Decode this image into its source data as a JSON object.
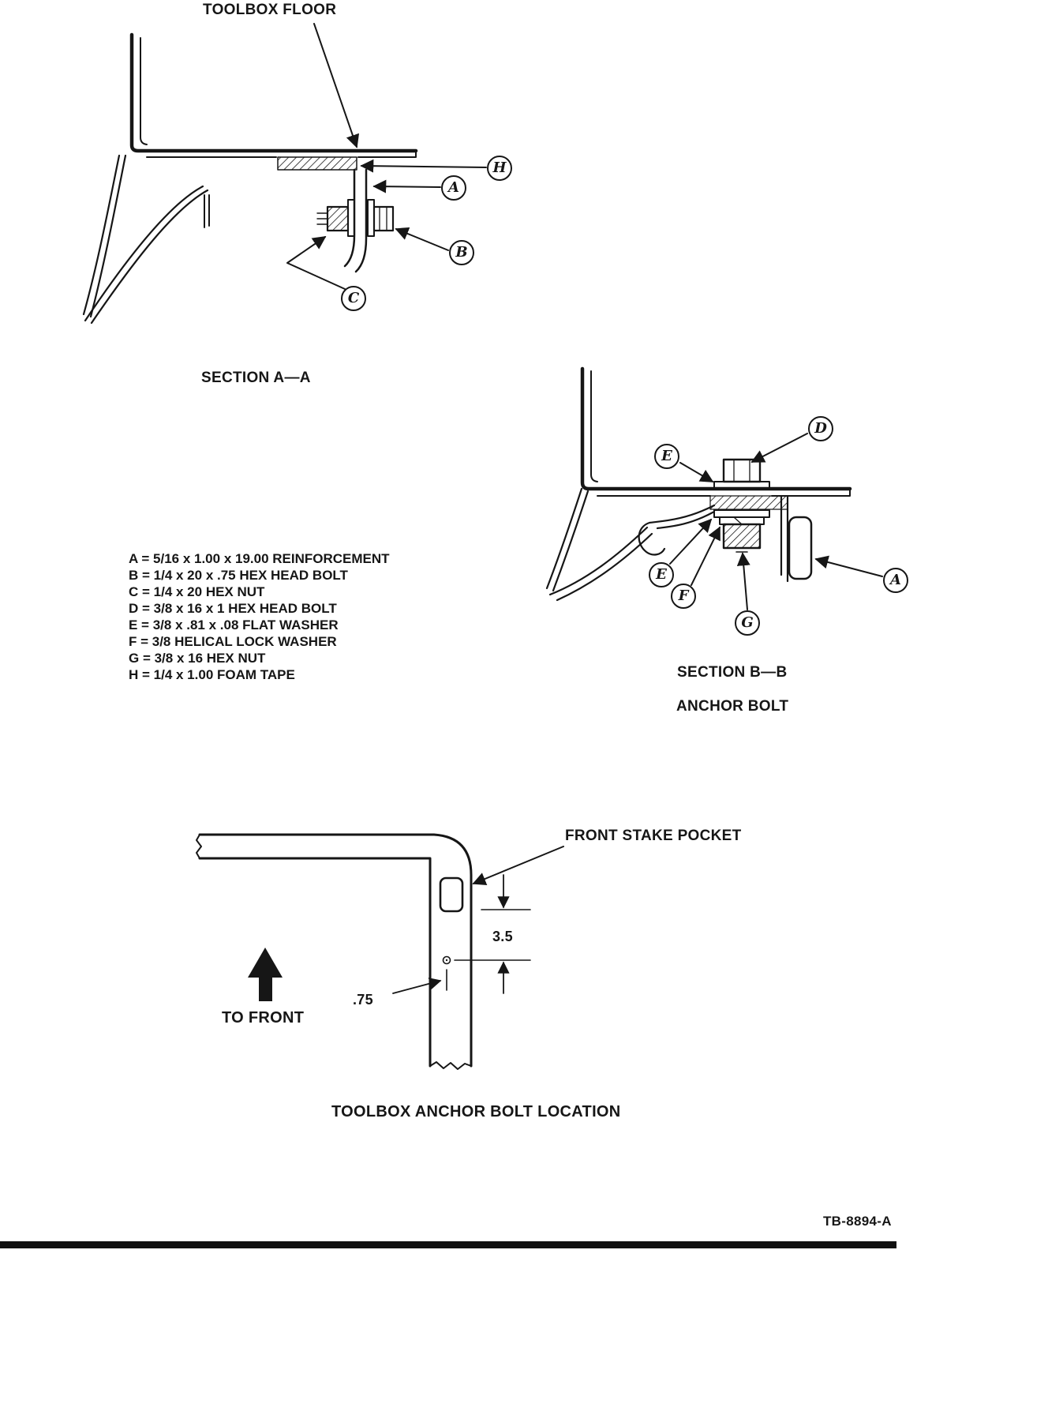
{
  "doc": {
    "number": "TB-8894-A"
  },
  "section_aa": {
    "floor_label": "TOOLBOX FLOOR",
    "title": "SECTION A—A",
    "callouts": {
      "h": "H",
      "a": "A",
      "b": "B",
      "c": "C"
    }
  },
  "section_bb": {
    "title": "SECTION B—B",
    "subtitle": "ANCHOR BOLT",
    "callouts": {
      "d": "D",
      "e_upper": "E",
      "e_lower": "E",
      "f": "F",
      "g": "G",
      "a": "A"
    }
  },
  "legend": {
    "items": [
      "A = 5/16 x 1.00 x 19.00 REINFORCEMENT",
      "B = 1/4 x 20 x .75 HEX HEAD BOLT",
      "C = 1/4 x 20 HEX NUT",
      "D = 3/8 x 16 x 1 HEX HEAD BOLT",
      "E = 3/8 x .81 x .08 FLAT WASHER",
      "F = 3/8 HELICAL LOCK WASHER",
      "G = 3/8 x 16 HEX NUT",
      "H = 1/4 x 1.00 FOAM TAPE"
    ]
  },
  "location": {
    "title": "TOOLBOX ANCHOR BOLT LOCATION",
    "stake_pocket_label": "FRONT STAKE POCKET",
    "to_front_label": "TO FRONT",
    "dim_vertical": "3.5",
    "dim_horizontal": ".75"
  },
  "colors": {
    "ink": "#161616",
    "paper": "#ffffff"
  }
}
